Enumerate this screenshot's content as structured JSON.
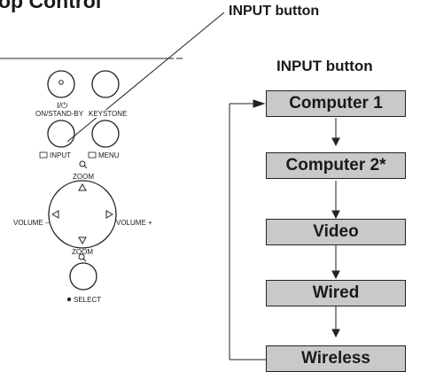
{
  "page": {
    "heading": "op Control",
    "callout_label": "INPUT button",
    "flow_title": "INPUT button"
  },
  "remote": {
    "on_standby_symbol": "I/⏻",
    "on_standby_label": "ON/STAND-BY",
    "keystone_label": "KEYSTONE",
    "input_label": "INPUT",
    "menu_label": "MENU",
    "zoom_top": "ZOOM",
    "zoom_bottom": "ZOOM",
    "volume_minus": "VOLUME –",
    "volume_plus": "VOLUME +",
    "select_label": "SELECT"
  },
  "flow": {
    "steps": [
      "Computer 1",
      "Computer 2*",
      "Video",
      "Wired",
      "Wireless"
    ]
  },
  "colors": {
    "box_fill": "#c9c9c9",
    "line": "#222222"
  }
}
